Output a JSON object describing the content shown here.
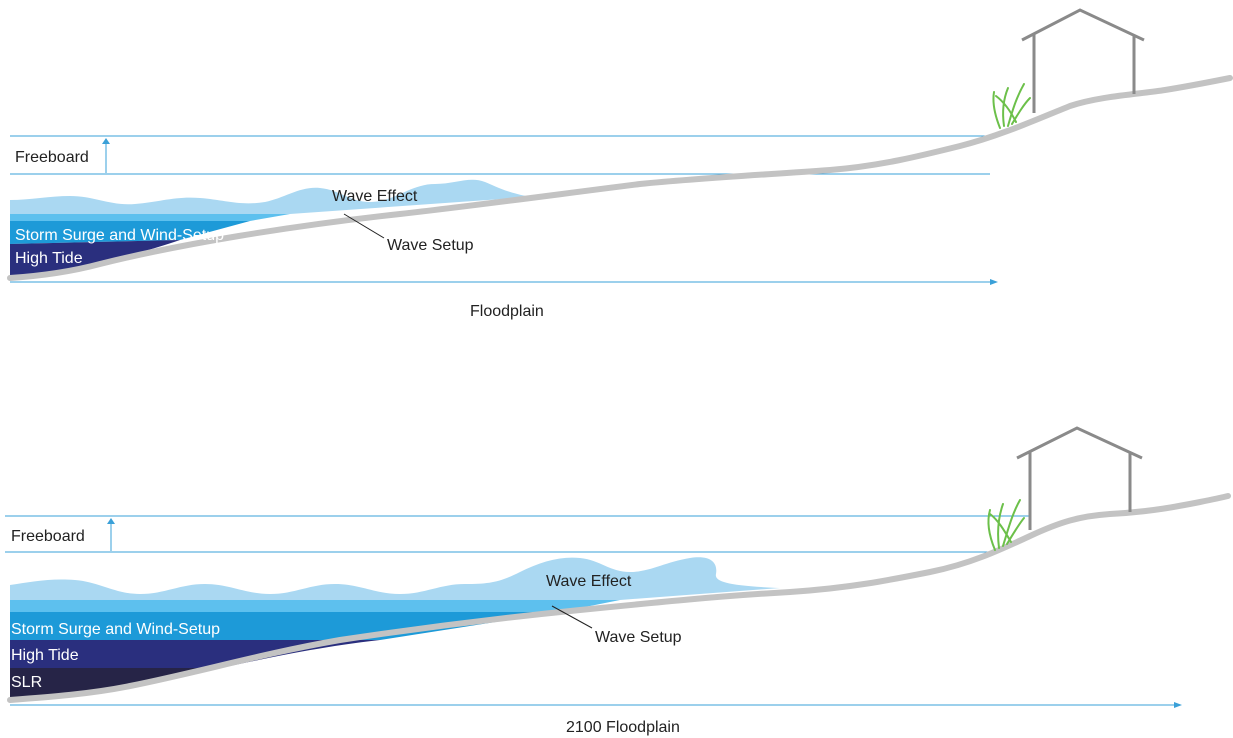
{
  "panels": [
    {
      "freeboard_label": "Freeboard",
      "wave_effect_label": "Wave Effect",
      "wave_setup_label": "Wave Setup",
      "storm_surge_label": "Storm Surge and Wind-Setup",
      "high_tide_label": "High Tide",
      "floodplain_label": "Floodplain"
    },
    {
      "freeboard_label": "Freeboard",
      "wave_effect_label": "Wave Effect",
      "wave_setup_label": "Wave Setup",
      "storm_surge_label": "Storm Surge and Wind-Setup",
      "high_tide_label": "High Tide",
      "slr_label": "SLR",
      "floodplain_label": "2100 Floodplain"
    }
  ],
  "colors": {
    "wave_effect": "#aad8f2",
    "surge_light": "#5dc0ee",
    "storm_surge": "#1d9ad8",
    "high_tide": "#2a2f7e",
    "slr": "#262447",
    "ground": "#c3c3c3",
    "house": "#8a8a8a",
    "grass": "#6cc04a",
    "guide_line": "#3aa0d8"
  }
}
